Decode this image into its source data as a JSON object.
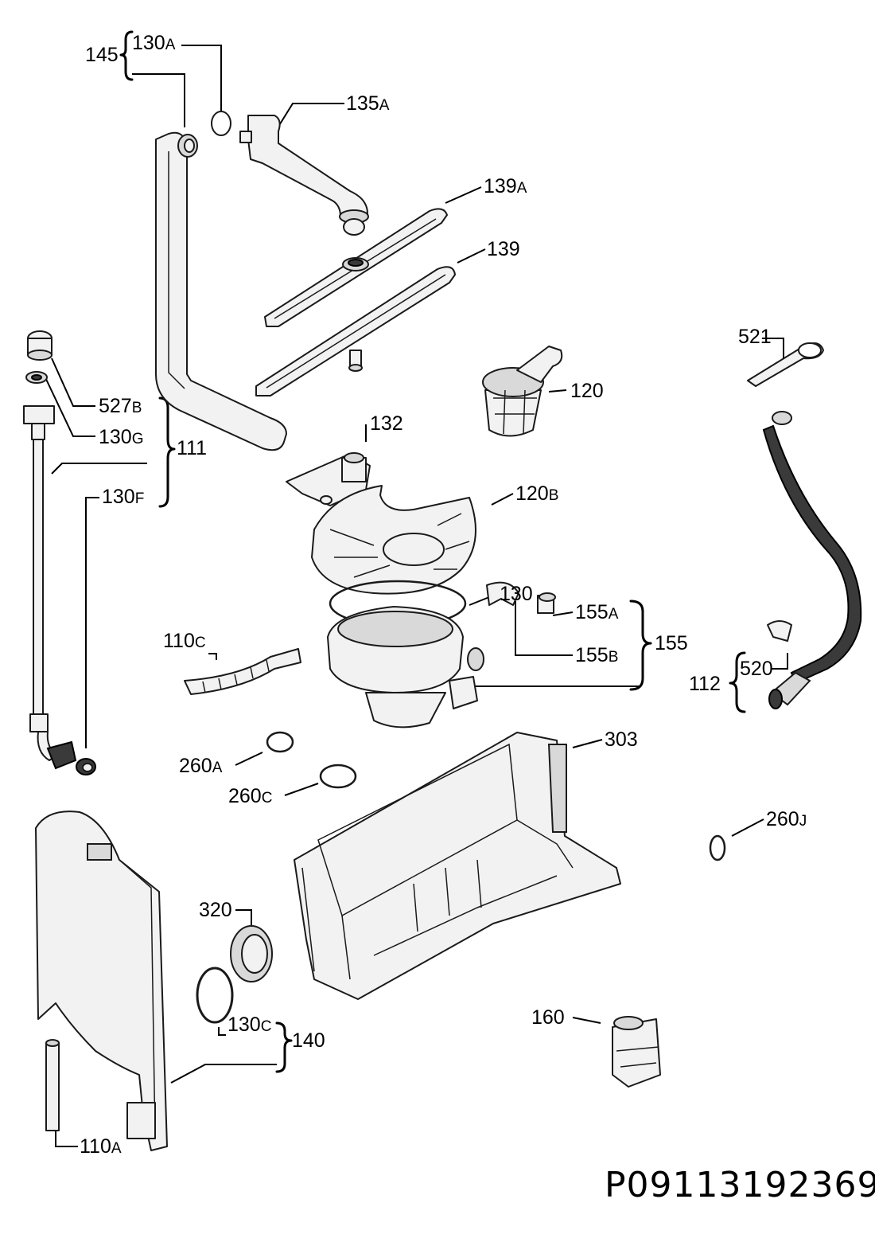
{
  "labels": {
    "l145": "145",
    "l130A": {
      "num": "130",
      "sfx": "A"
    },
    "l135A": {
      "num": "135",
      "sfx": "A"
    },
    "l139A": {
      "num": "139",
      "sfx": "A"
    },
    "l139": "139",
    "l521": "521",
    "l527B": {
      "num": "527",
      "sfx": "B"
    },
    "l130G": {
      "num": "130",
      "sfx": "G"
    },
    "l111": "111",
    "l130F": {
      "num": "130",
      "sfx": "F"
    },
    "l132": "132",
    "l120": "120",
    "l120B": {
      "num": "120",
      "sfx": "B"
    },
    "l130": "130",
    "l155A": {
      "num": "155",
      "sfx": "A"
    },
    "l155": "155",
    "l155B": {
      "num": "155",
      "sfx": "B"
    },
    "l110C": {
      "num": "110",
      "sfx": "C"
    },
    "l520": "520",
    "l112": "112",
    "l303": "303",
    "l260A": {
      "num": "260",
      "sfx": "A"
    },
    "l260C": {
      "num": "260",
      "sfx": "C"
    },
    "l260J": {
      "num": "260",
      "sfx": "J"
    },
    "l320": "320",
    "l130C": {
      "num": "130",
      "sfx": "C"
    },
    "l140": "140",
    "l160": "160",
    "l110A": {
      "num": "110",
      "sfx": "A"
    }
  },
  "drawing_code": "P09113192369"
}
